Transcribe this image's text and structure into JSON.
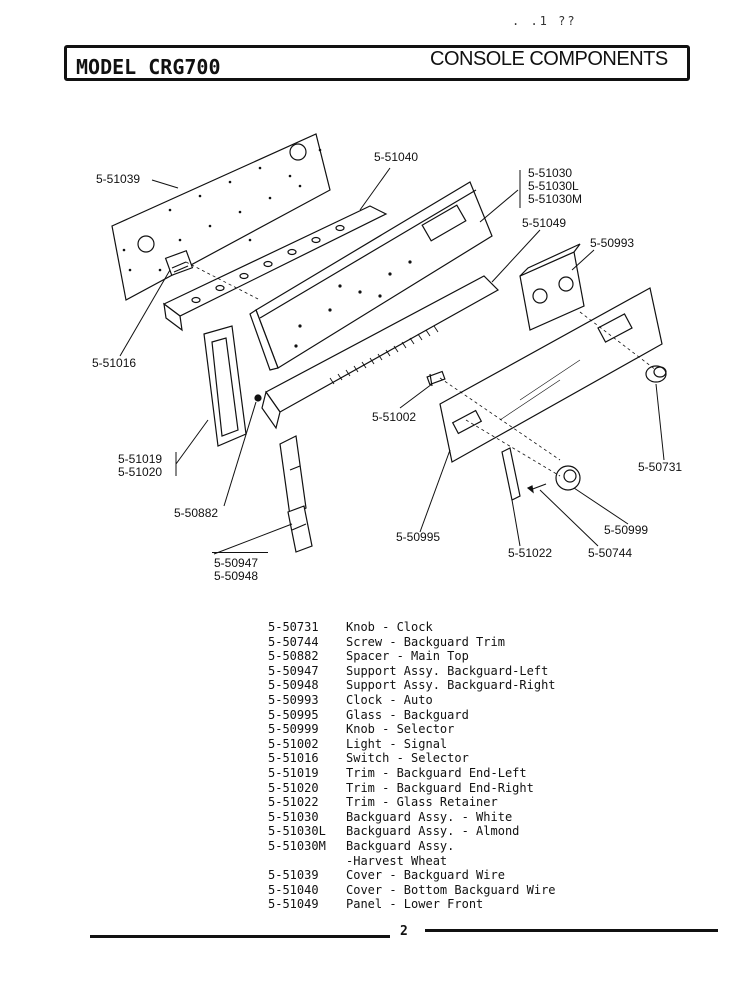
{
  "corner_mark": ". .1 ??",
  "header": {
    "model": "MODEL CRG700",
    "section": "CONSOLE COMPONENTS"
  },
  "callouts": {
    "c51039": "5-51039",
    "c51040": "5-51040",
    "c51030": "5-51030",
    "c51030L": "5-51030L",
    "c51030M": "5-51030M",
    "c51049": "5-51049",
    "c50993": "5-50993",
    "c51016": "5-51016",
    "c51002": "5-51002",
    "c51019": "5-51019",
    "c51020": "5-51020",
    "c50882": "5-50882",
    "c50731": "5-50731",
    "c50999": "5-50999",
    "c50995": "5-50995",
    "c51022": "5-51022",
    "c50744": "5-50744",
    "c50947": "5-50947",
    "c50948": "5-50948"
  },
  "parts": [
    {
      "pn": "5-50731",
      "desc": "Knob - Clock"
    },
    {
      "pn": "5-50744",
      "desc": "Screw - Backguard Trim"
    },
    {
      "pn": "5-50882",
      "desc": "Spacer - Main Top"
    },
    {
      "pn": "5-50947",
      "desc": "Support Assy. Backguard-Left"
    },
    {
      "pn": "5-50948",
      "desc": "Support Assy. Backguard-Right"
    },
    {
      "pn": "5-50993",
      "desc": "Clock - Auto"
    },
    {
      "pn": "5-50995",
      "desc": "Glass - Backguard"
    },
    {
      "pn": "5-50999",
      "desc": "Knob - Selector"
    },
    {
      "pn": "5-51002",
      "desc": "Light - Signal"
    },
    {
      "pn": "5-51016",
      "desc": "Switch - Selector"
    },
    {
      "pn": "5-51019",
      "desc": "Trim - Backguard End-Left"
    },
    {
      "pn": "5-51020",
      "desc": "Trim - Backguard End-Right"
    },
    {
      "pn": "5-51022",
      "desc": "Trim - Glass Retainer"
    },
    {
      "pn": "5-51030",
      "desc": "Backguard Assy. - White"
    },
    {
      "pn": "5-51030L",
      "desc": "Backguard Assy. - Almond"
    },
    {
      "pn": "5-51030M",
      "desc": "Backguard Assy."
    },
    {
      "pn": "",
      "desc": "-Harvest Wheat"
    },
    {
      "pn": "5-51039",
      "desc": "Cover - Backguard Wire"
    },
    {
      "pn": "5-51040",
      "desc": "Cover - Bottom Backguard Wire"
    },
    {
      "pn": "5-51049",
      "desc": "Panel - Lower Front"
    }
  ],
  "page_number": "2"
}
